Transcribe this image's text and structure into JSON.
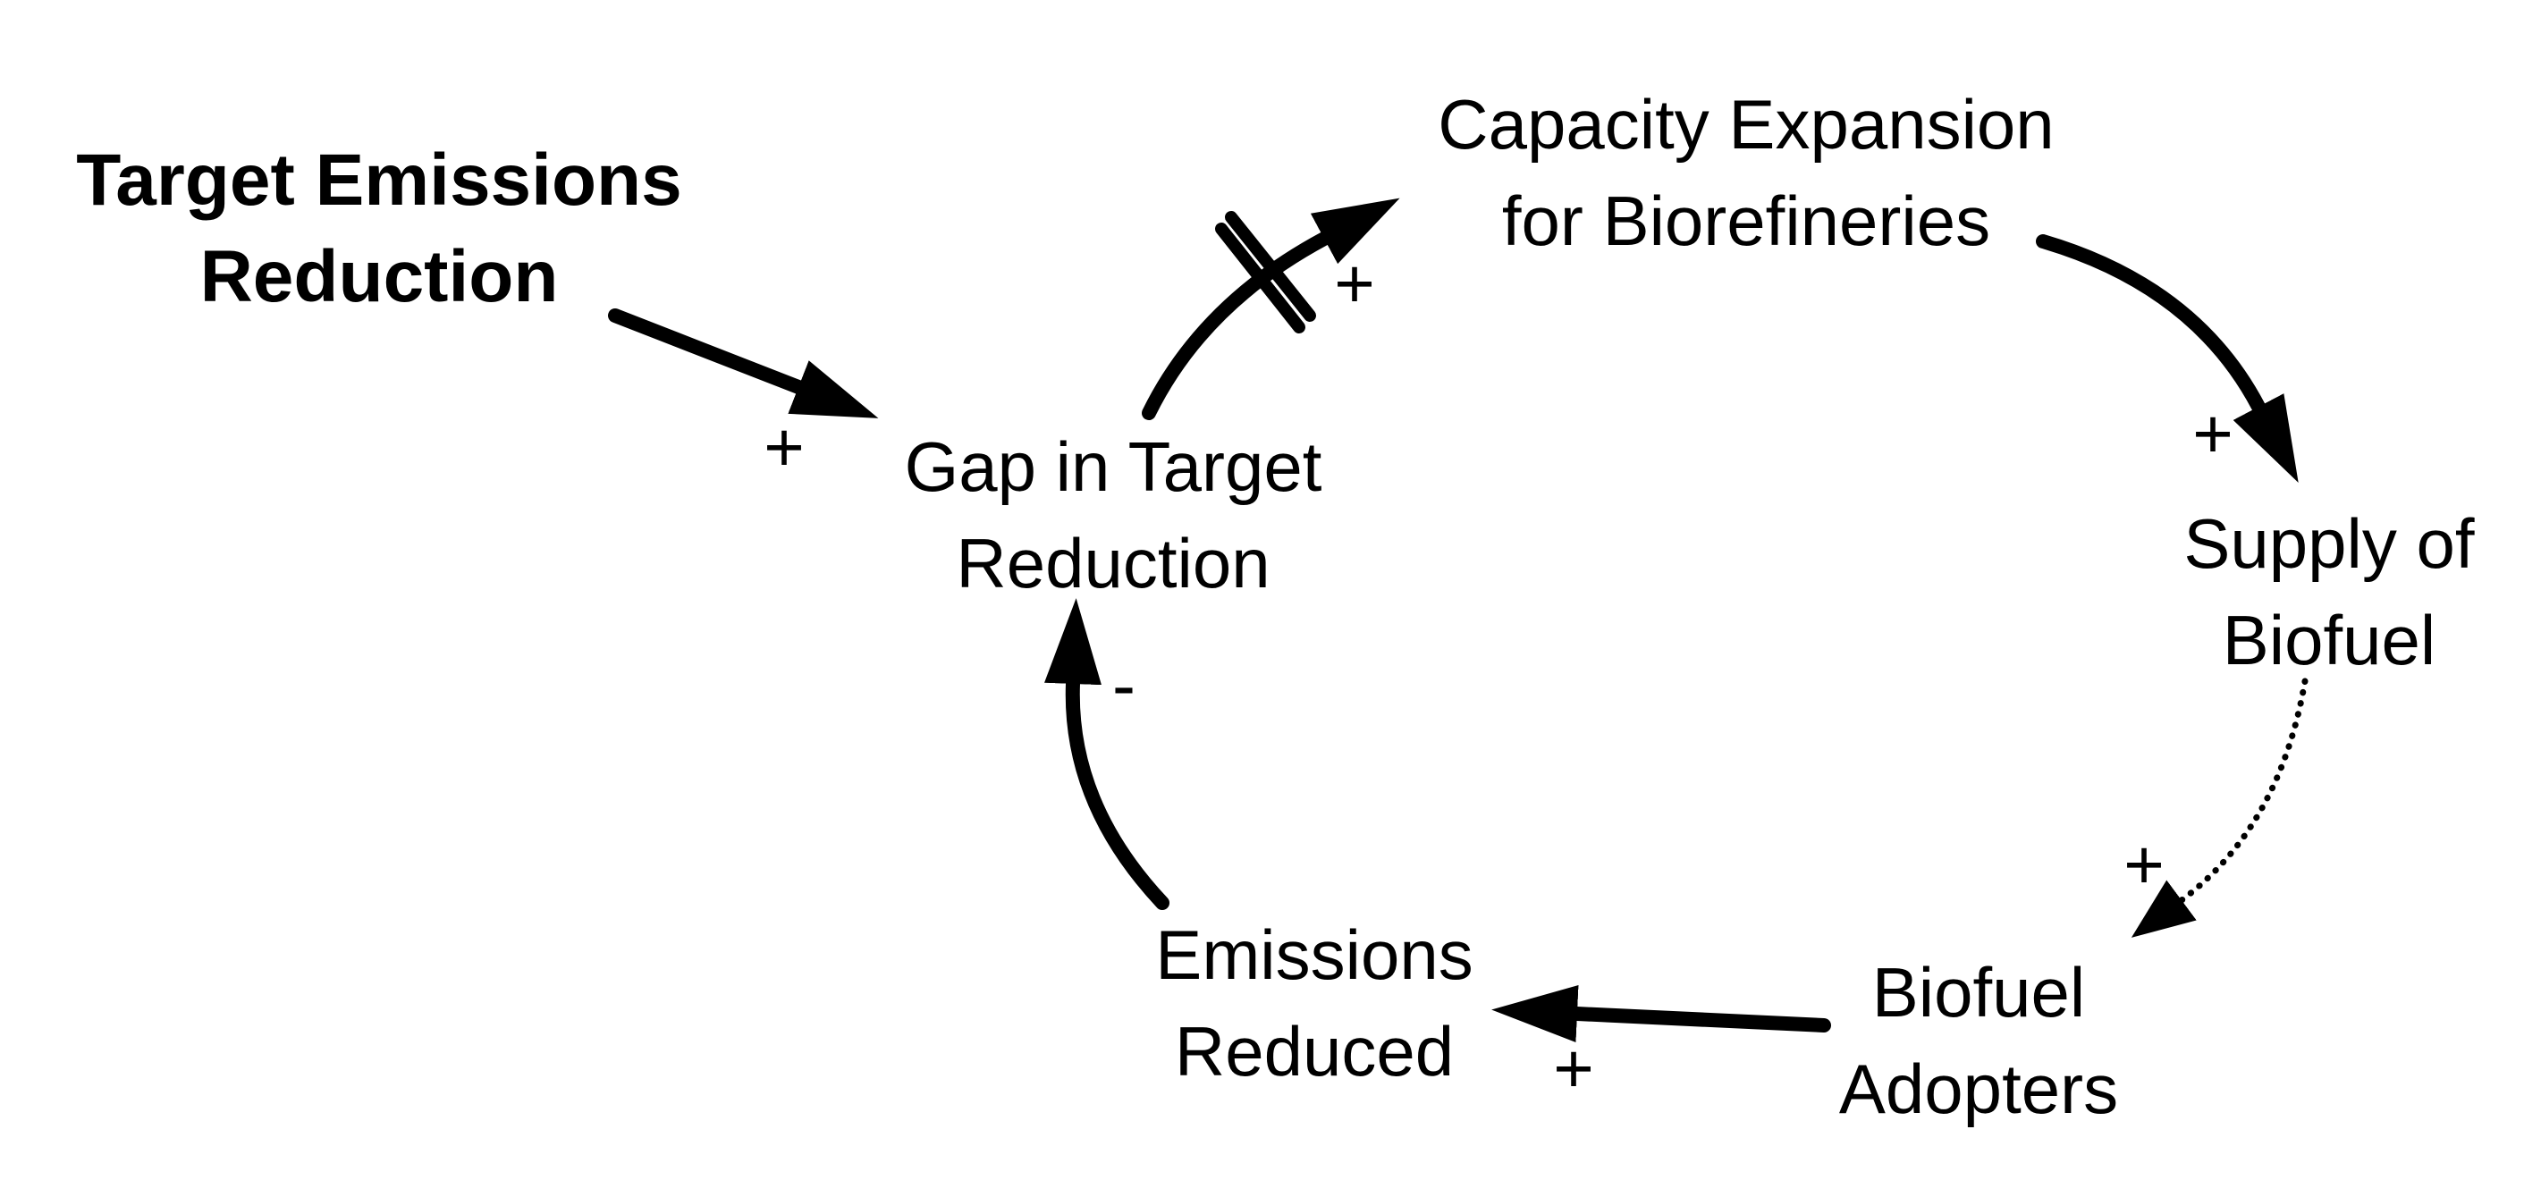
{
  "diagram": {
    "type": "causal-loop-diagram",
    "background_color": "#ffffff",
    "ink_color": "#000000"
  },
  "nodes": {
    "target_emissions_reduction": {
      "line1": "Target Emissions",
      "line2": "Reduction",
      "emphasis": "bold"
    },
    "gap_in_target_reduction": {
      "line1": "Gap in Target",
      "line2": "Reduction"
    },
    "capacity_expansion": {
      "line1": "Capacity Expansion",
      "line2": "for Biorefineries"
    },
    "supply_of_biofuel": {
      "line1": "Supply of",
      "line2": "Biofuel"
    },
    "biofuel_adopters": {
      "line1": "Biofuel",
      "line2": "Adopters"
    },
    "emissions_reduced": {
      "line1": "Emissions",
      "line2": "Reduced"
    }
  },
  "edges": [
    {
      "from": "Target Emissions Reduction",
      "to": "Gap in Target Reduction",
      "sign": "+",
      "style": "solid",
      "delay": false
    },
    {
      "from": "Gap in Target Reduction",
      "to": "Capacity Expansion for Biorefineries",
      "sign": "+",
      "style": "solid",
      "delay": true
    },
    {
      "from": "Capacity Expansion for Biorefineries",
      "to": "Supply of Biofuel",
      "sign": "+",
      "style": "solid",
      "delay": false
    },
    {
      "from": "Supply of Biofuel",
      "to": "Biofuel Adopters",
      "sign": "+",
      "style": "dotted",
      "delay": false
    },
    {
      "from": "Biofuel Adopters",
      "to": "Emissions Reduced",
      "sign": "+",
      "style": "solid",
      "delay": false
    },
    {
      "from": "Emissions Reduced",
      "to": "Gap in Target Reduction",
      "sign": "-",
      "style": "solid",
      "delay": false
    }
  ]
}
